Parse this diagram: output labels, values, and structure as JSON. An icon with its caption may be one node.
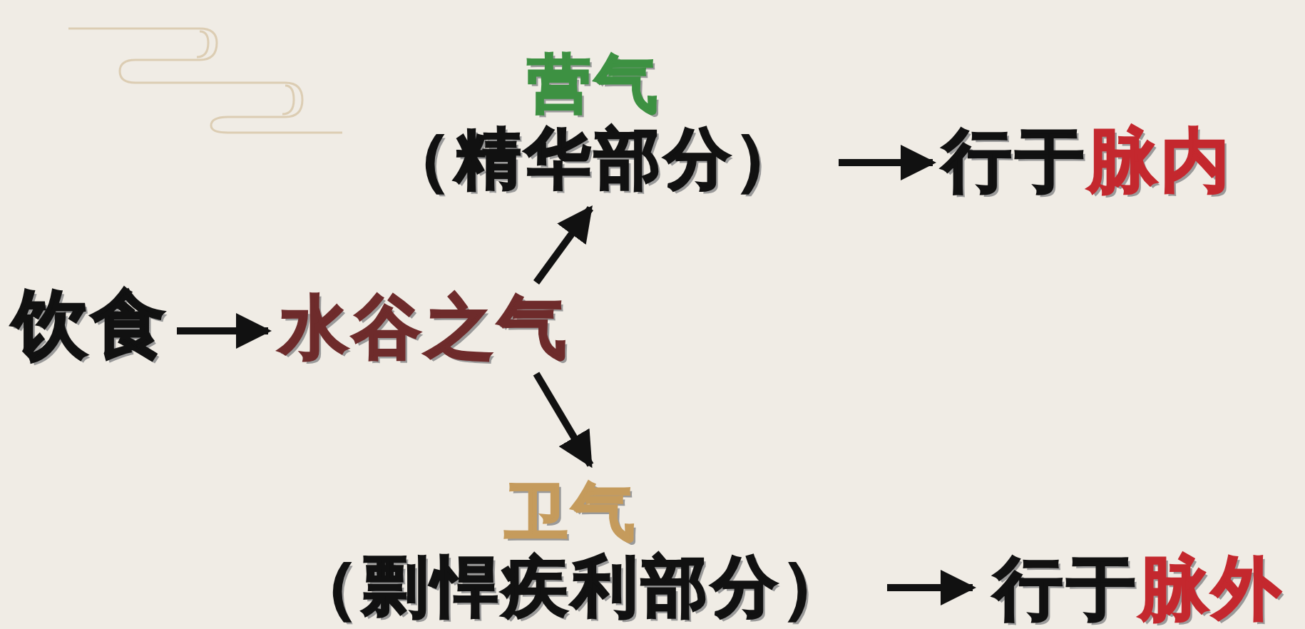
{
  "diagram": {
    "nodes": [
      {
        "text": [
          "饮食"
        ]
      },
      {
        "text": [
          "水谷之气"
        ]
      },
      {
        "text": [
          "营气",
          "（精华部分）"
        ]
      },
      {
        "text": [
          "行于",
          "脉内"
        ]
      },
      {
        "text": [
          "卫气",
          "（剽悍疾利部分）"
        ]
      },
      {
        "text": [
          "行于",
          "脉外"
        ]
      }
    ],
    "edges": [
      {
        "from": 0,
        "to": 1,
        "arrow": "to"
      },
      {
        "from": 1,
        "to": 2,
        "arrow": "to"
      },
      {
        "from": 1,
        "to": 4,
        "arrow": "to"
      },
      {
        "from": 2,
        "to": 3,
        "arrow": "to"
      },
      {
        "from": 4,
        "to": 5,
        "arrow": "to"
      }
    ]
  }
}
